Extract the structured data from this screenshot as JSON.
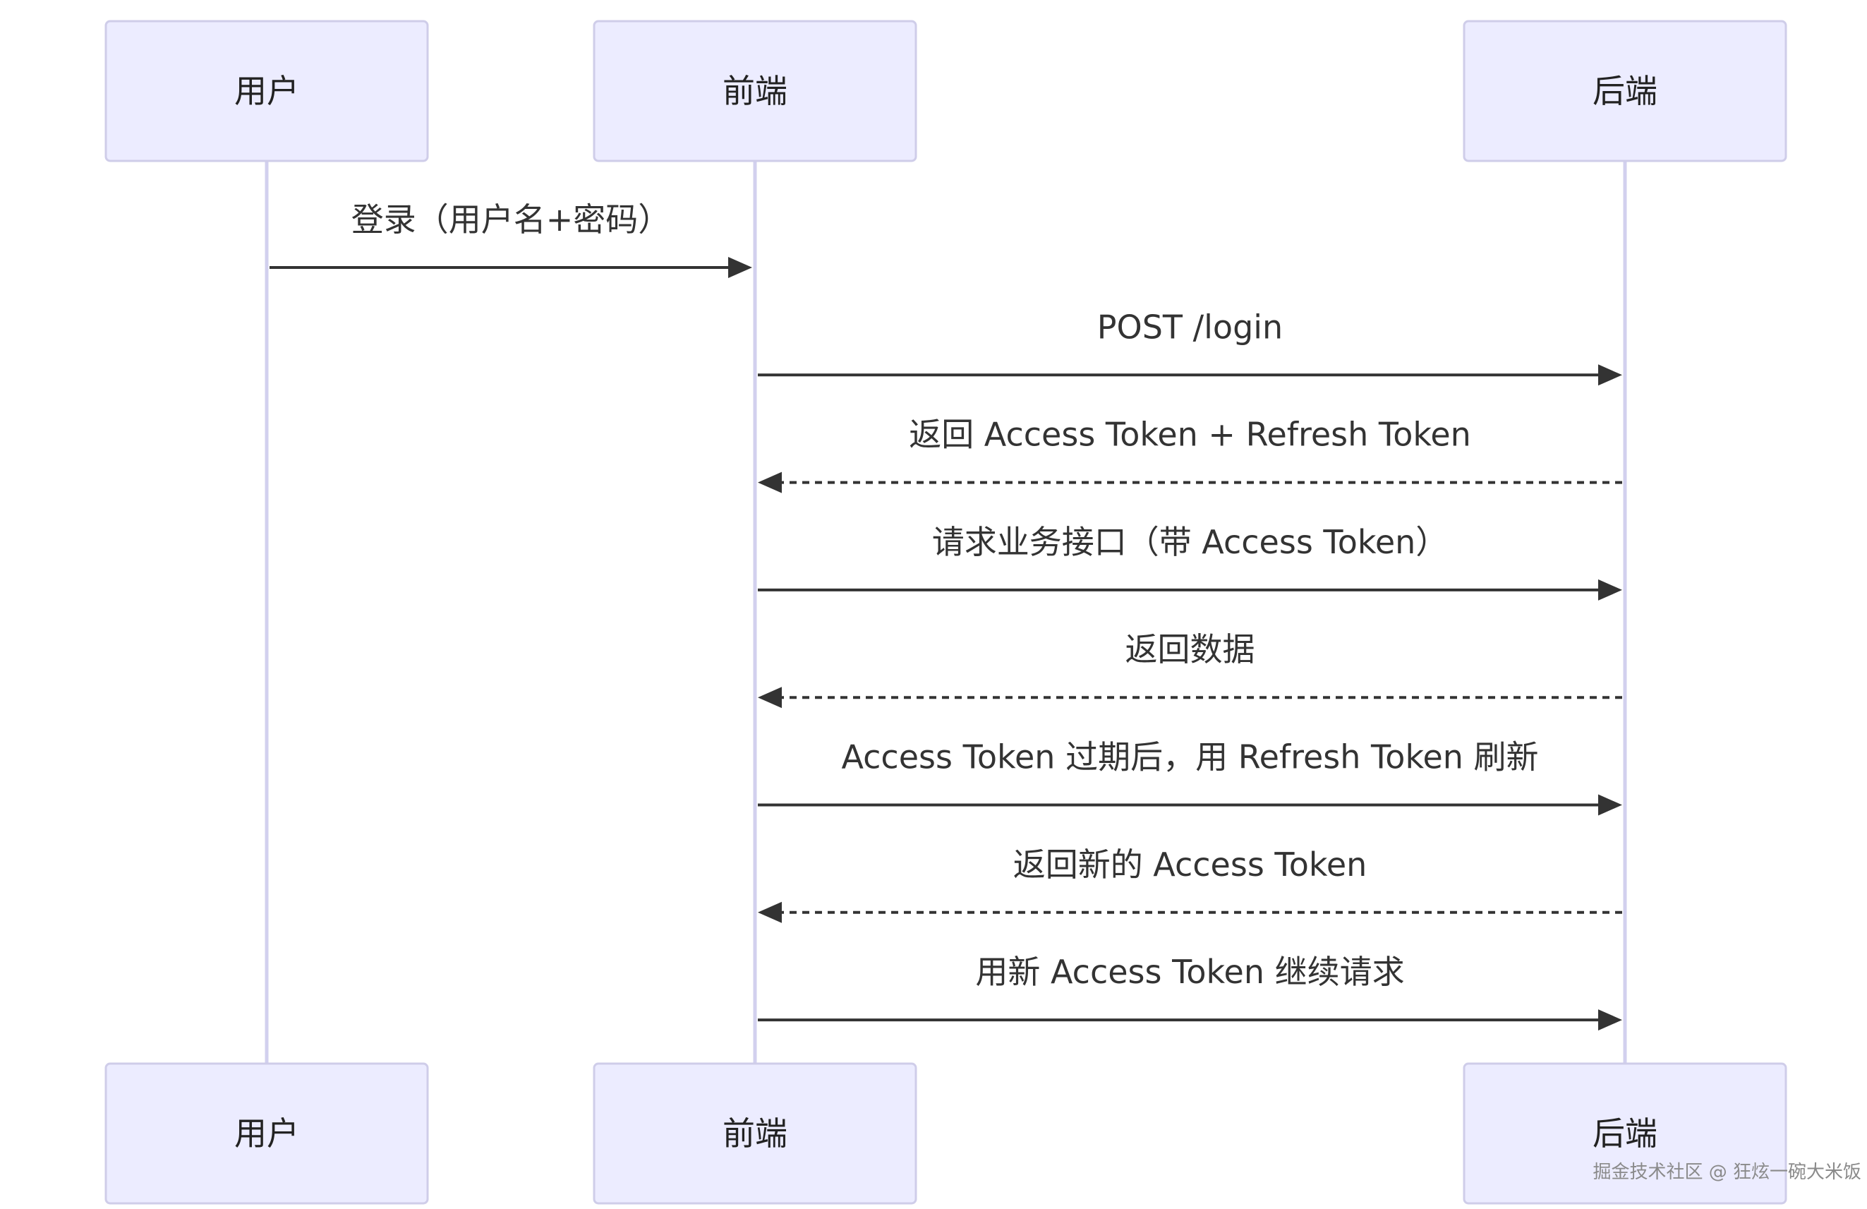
{
  "participants": [
    {
      "id": "user",
      "label": "用户"
    },
    {
      "id": "frontend",
      "label": "前端"
    },
    {
      "id": "backend",
      "label": "后端"
    }
  ],
  "messages": [
    {
      "from": "user",
      "to": "frontend",
      "label": "登录（用户名+密码）",
      "style": "solid"
    },
    {
      "from": "frontend",
      "to": "backend",
      "label": "POST /login",
      "style": "solid"
    },
    {
      "from": "backend",
      "to": "frontend",
      "label": "返回 Access Token + Refresh Token",
      "style": "dashed"
    },
    {
      "from": "frontend",
      "to": "backend",
      "label": "请求业务接口（带 Access Token）",
      "style": "solid"
    },
    {
      "from": "backend",
      "to": "frontend",
      "label": "返回数据",
      "style": "dashed"
    },
    {
      "from": "frontend",
      "to": "backend",
      "label": "Access Token 过期后，用 Refresh Token 刷新",
      "style": "solid"
    },
    {
      "from": "backend",
      "to": "frontend",
      "label": "返回新的 Access Token",
      "style": "dashed"
    },
    {
      "from": "frontend",
      "to": "backend",
      "label": "用新 Access Token 继续请求",
      "style": "solid"
    }
  ],
  "colors": {
    "actor_fill": "#ececff",
    "actor_stroke": "#cfcde9",
    "lifeline": "#d2d0ee",
    "line": "#333333"
  },
  "watermark": "掘金技术社区 @ 狂炫一碗大米饭"
}
